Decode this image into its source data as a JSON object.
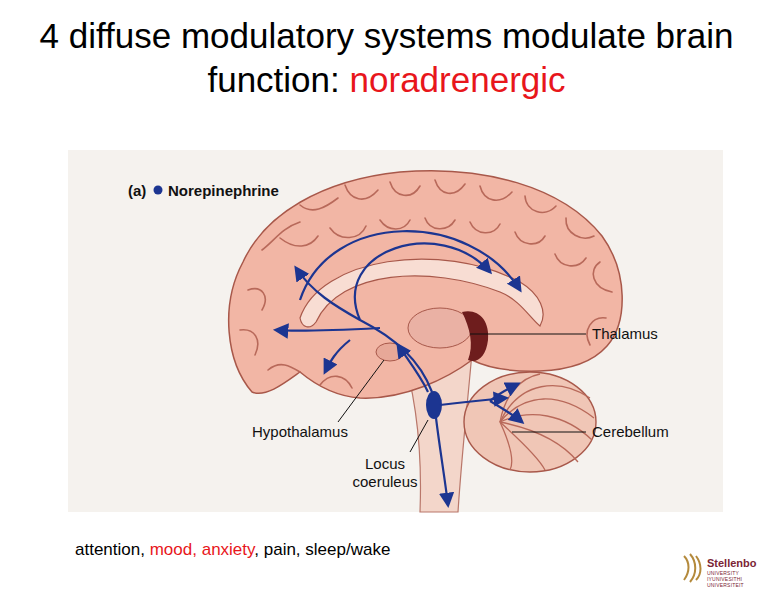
{
  "diagram": {
    "title": "4 diffuse modulatory systems modulate brain function:",
    "labels": [
      "noradrenergic",
      "(a)",
      "Norepinephrine",
      "Thalamus",
      "Hypothalamus",
      "Cerebellum",
      "Locus coeruleus",
      "attention,",
      "mood, anxiety",
      ", pain, sleep/wake",
      "Stellenbo",
      "UNIVERSITY",
      "IYUNIVESITHI",
      "UNIVERSITEIT"
    ]
  }
}
